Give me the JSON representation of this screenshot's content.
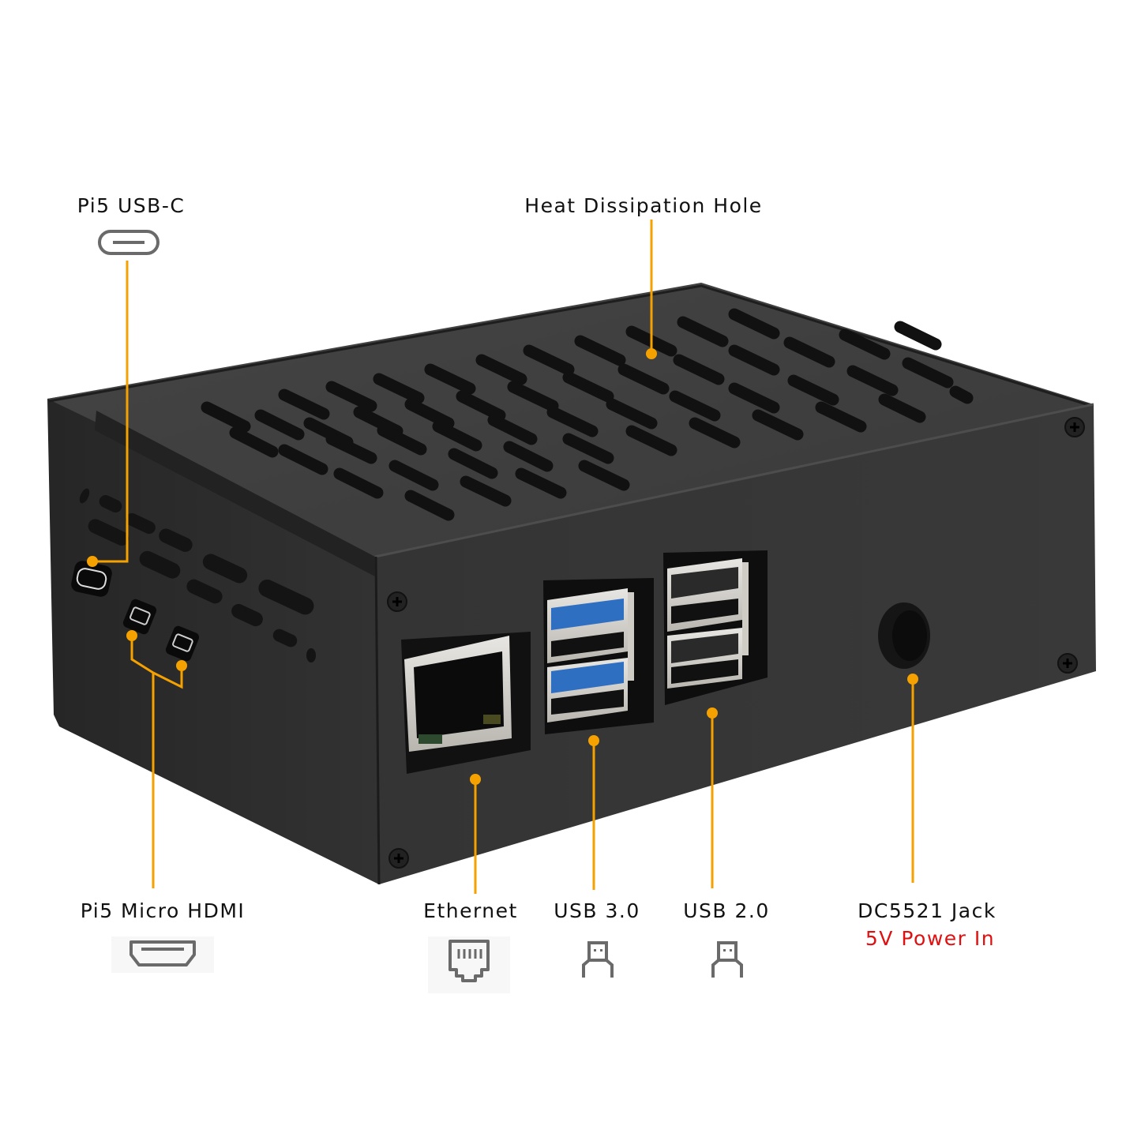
{
  "colors": {
    "leader": "#f5a200",
    "case_front": "#353535",
    "case_top": "#3c3c3c",
    "case_side": "#2c2c2c",
    "icon_gray": "#6a6a6a",
    "accent_red": "#e01010",
    "usb3_blue": "#2f6fc2"
  },
  "callouts": {
    "usb_c": {
      "label": "Pi5 USB-C",
      "icon": "usb-c-port-icon"
    },
    "heat": {
      "label": "Heat Dissipation Hole"
    },
    "hdmi": {
      "label": "Pi5 Micro HDMI",
      "icon": "hdmi-port-icon"
    },
    "ethernet": {
      "label": "Ethernet",
      "icon": "ethernet-port-icon"
    },
    "usb3": {
      "label": "USB 3.0",
      "icon": "usb-port-icon"
    },
    "usb2": {
      "label": "USB 2.0",
      "icon": "usb-port-icon"
    },
    "dc": {
      "label": "DC5521 Jack",
      "sublabel": "5V Power In"
    }
  }
}
